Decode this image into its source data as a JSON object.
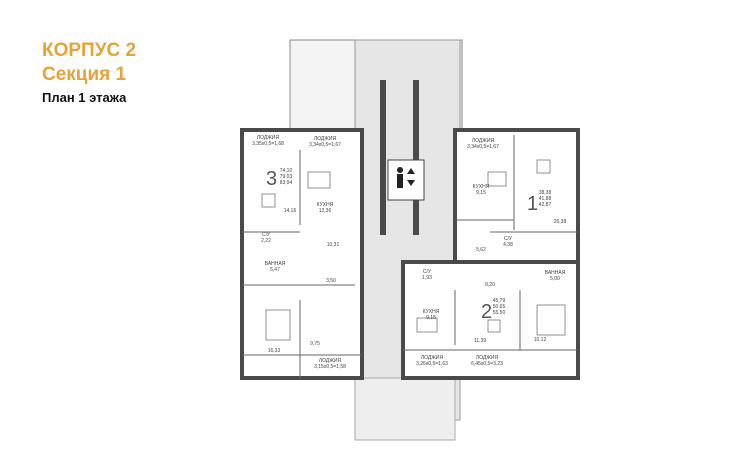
{
  "header": {
    "building": "КОРПУС 2",
    "section": "Секция 1",
    "plan": "План 1 этажа"
  },
  "colors": {
    "title": "#e8a23a",
    "walls": "#4a4a4a",
    "corridor": "#e6e6e6"
  },
  "icons": {
    "elevator": "elevator-icon"
  },
  "apartments": [
    {
      "number": "3",
      "areas": [
        "74,10",
        "79,03",
        "83,94"
      ],
      "rooms": [
        {
          "name": "ЛОДЖИЯ",
          "area": "3,35х0,5=1,68"
        },
        {
          "name": "ЛОДЖИЯ",
          "area": "3,34х0,5=1,67"
        },
        {
          "name": "",
          "area": "14,16"
        },
        {
          "name": "КУХНЯ",
          "area": "12,36"
        },
        {
          "name": "С/У",
          "area": "2,22"
        },
        {
          "name": "",
          "area": "10,31"
        },
        {
          "name": "ВАННАЯ",
          "area": "5,47"
        },
        {
          "name": "",
          "area": "3,50"
        },
        {
          "name": "",
          "area": "16,33"
        },
        {
          "name": "",
          "area": "9,75"
        },
        {
          "name": "ЛОДЖИЯ",
          "area": "3,15х0,5=1,58"
        }
      ]
    },
    {
      "number": "1",
      "areas": [
        "38,38",
        "41,88",
        "42,87"
      ],
      "rooms": [
        {
          "name": "ЛОДЖИЯ",
          "area": "3,34х0,5=1,67"
        },
        {
          "name": "КУХНЯ",
          "area": "9,15"
        },
        {
          "name": "",
          "area": "26,38"
        },
        {
          "name": "С/У",
          "area": "4,38"
        },
        {
          "name": "",
          "area": "5,62"
        }
      ]
    },
    {
      "number": "2",
      "areas": [
        "45,79",
        "50,65",
        "55,50"
      ],
      "rooms": [
        {
          "name": "С/У",
          "area": "1,93"
        },
        {
          "name": "",
          "area": "8,20"
        },
        {
          "name": "ВАННАЯ",
          "area": "5,00"
        },
        {
          "name": "КУХНЯ",
          "area": "9,15"
        },
        {
          "name": "",
          "area": "11,39"
        },
        {
          "name": "",
          "area": "10,12"
        },
        {
          "name": "ЛОДЖИЯ",
          "area": "3,26х0,5=1,63"
        },
        {
          "name": "ЛОДЖИЯ",
          "area": "6,45х0,5=3,23"
        }
      ]
    }
  ]
}
